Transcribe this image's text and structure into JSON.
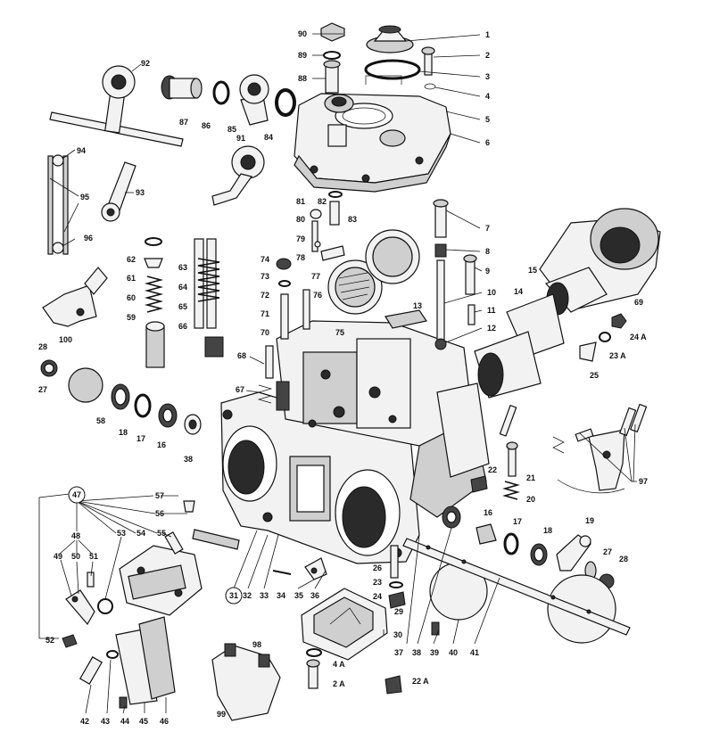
{
  "labels": {
    "1": "1",
    "2": "2",
    "3": "3",
    "4": "4",
    "5": "5",
    "6": "6",
    "7": "7",
    "8": "8",
    "9": "9",
    "10": "10",
    "11": "11",
    "12": "12",
    "13": "13",
    "14": "14",
    "15": "15",
    "16": "16",
    "17": "17",
    "18": "18",
    "19": "19",
    "20": "20",
    "21": "21",
    "22": "22",
    "23": "23",
    "24": "24",
    "25": "25",
    "26": "26",
    "27": "27",
    "28": "28",
    "29": "29",
    "30": "30",
    "31": "31",
    "32": "32",
    "33": "33",
    "34": "34",
    "35": "35",
    "36": "36",
    "37": "37",
    "38": "38",
    "39": "39",
    "40": "40",
    "41": "41",
    "42": "42",
    "43": "43",
    "44": "44",
    "45": "45",
    "46": "46",
    "47": "47",
    "48": "48",
    "49": "49",
    "50": "50",
    "51": "51",
    "52": "52",
    "53": "53",
    "54": "54",
    "55": "55",
    "56": "56",
    "57": "57",
    "58": "58",
    "59": "59",
    "60": "60",
    "61": "61",
    "62": "62",
    "63": "63",
    "64": "64",
    "65": "65",
    "66": "66",
    "67": "67",
    "68": "68",
    "69": "69",
    "70": "70",
    "71": "71",
    "72": "72",
    "73": "73",
    "74": "74",
    "75": "75",
    "76": "76",
    "77": "77",
    "78": "78",
    "79": "79",
    "80": "80",
    "81": "81",
    "82": "82",
    "83": "83",
    "84": "84",
    "85": "85",
    "86": "86",
    "87": "87",
    "88": "88",
    "89": "89",
    "90": "90",
    "91": "91",
    "92": "92",
    "93": "93",
    "94": "94",
    "95": "95",
    "96": "96",
    "97": "97",
    "98": "98",
    "99": "99",
    "100": "100",
    "2A": "2 A",
    "4A": "4 A",
    "22A": "22 A",
    "23A": "23 A",
    "24A": "24 A"
  }
}
